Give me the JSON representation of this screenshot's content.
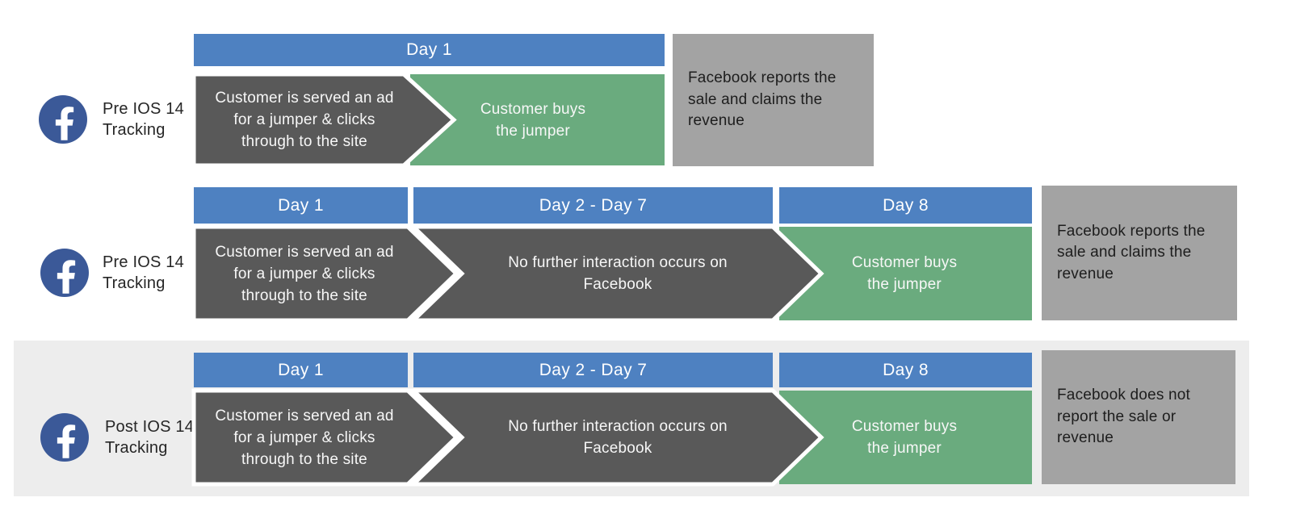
{
  "colors": {
    "day_header_blue": "#4e81c1",
    "purchase_green": "#6aab7e",
    "flow_dark_gray": "#595959",
    "outcome_gray": "#a3a3a3",
    "row3_background": "#ededed",
    "facebook_blue": "#3b5998",
    "text_dark": "#1d1d1d",
    "text_white": "#ffffff"
  },
  "icons": {
    "facebook": "facebook-f logo in blue circle"
  },
  "rows": [
    {
      "label_lines": [
        "Pre IOS 14",
        "Tracking"
      ],
      "days": [
        "Day 1"
      ],
      "ad_lines": [
        "Customer is served an ad",
        "for a jumper & clicks",
        "through to the site"
      ],
      "buy_lines": [
        "Customer buys",
        "the jumper"
      ],
      "outcome_lines": [
        "Facebook reports the",
        "sale and claims the",
        "revenue"
      ]
    },
    {
      "label_lines": [
        "Pre IOS 14",
        "Tracking"
      ],
      "days": [
        "Day 1",
        "Day 2 - Day 7",
        "Day 8"
      ],
      "ad_lines": [
        "Customer is served an ad",
        "for a jumper & clicks",
        "through to the site"
      ],
      "no_interaction_lines": [
        "No further interaction occurs on",
        "Facebook"
      ],
      "buy_lines": [
        "Customer buys",
        "the jumper"
      ],
      "outcome_lines": [
        "Facebook reports the",
        "sale and claims the",
        "revenue"
      ]
    },
    {
      "label_lines": [
        "Post IOS 14",
        "Tracking"
      ],
      "days": [
        "Day 1",
        "Day 2 - Day 7",
        "Day 8"
      ],
      "ad_lines": [
        "Customer is served an ad",
        "for a jumper & clicks",
        "through to the site"
      ],
      "no_interaction_lines": [
        "No further interaction occurs on",
        "Facebook"
      ],
      "buy_lines": [
        "Customer buys",
        "the jumper"
      ],
      "outcome_lines": [
        "Facebook does not",
        "report the sale or",
        "revenue"
      ]
    }
  ]
}
